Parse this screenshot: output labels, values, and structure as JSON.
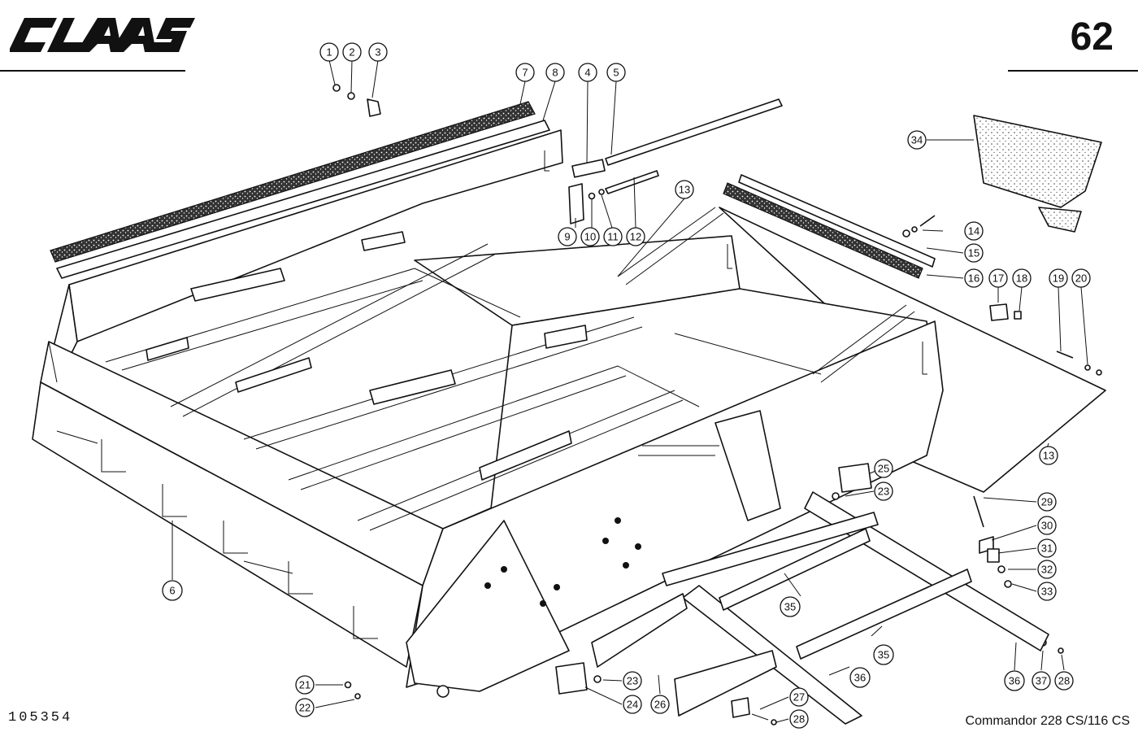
{
  "header": {
    "brand": "CLAAS",
    "page_number": "62"
  },
  "footer": {
    "drawing_ref": "105354",
    "model": "Commandor  228 CS/116 CS"
  },
  "callouts": [
    {
      "id": "c1",
      "label": "1"
    },
    {
      "id": "c2",
      "label": "2"
    },
    {
      "id": "c3",
      "label": "3"
    },
    {
      "id": "c4",
      "label": "4"
    },
    {
      "id": "c5",
      "label": "5"
    },
    {
      "id": "c6",
      "label": "6"
    },
    {
      "id": "c7",
      "label": "7"
    },
    {
      "id": "c8",
      "label": "8"
    },
    {
      "id": "c9",
      "label": "9"
    },
    {
      "id": "c10",
      "label": "10"
    },
    {
      "id": "c11",
      "label": "11"
    },
    {
      "id": "c12",
      "label": "12"
    },
    {
      "id": "c13a",
      "label": "13"
    },
    {
      "id": "c13b",
      "label": "13"
    },
    {
      "id": "c14",
      "label": "14"
    },
    {
      "id": "c15",
      "label": "15"
    },
    {
      "id": "c16",
      "label": "16"
    },
    {
      "id": "c17",
      "label": "17"
    },
    {
      "id": "c18",
      "label": "18"
    },
    {
      "id": "c19",
      "label": "19"
    },
    {
      "id": "c20",
      "label": "20"
    },
    {
      "id": "c21",
      "label": "21"
    },
    {
      "id": "c22",
      "label": "22"
    },
    {
      "id": "c23a",
      "label": "23"
    },
    {
      "id": "c23b",
      "label": "23"
    },
    {
      "id": "c24",
      "label": "24"
    },
    {
      "id": "c25",
      "label": "25"
    },
    {
      "id": "c26",
      "label": "26"
    },
    {
      "id": "c27",
      "label": "27"
    },
    {
      "id": "c28a",
      "label": "28"
    },
    {
      "id": "c28b",
      "label": "28"
    },
    {
      "id": "c29",
      "label": "29"
    },
    {
      "id": "c30",
      "label": "30"
    },
    {
      "id": "c31",
      "label": "31"
    },
    {
      "id": "c32",
      "label": "32"
    },
    {
      "id": "c33",
      "label": "33"
    },
    {
      "id": "c34",
      "label": "34"
    },
    {
      "id": "c35a",
      "label": "35"
    },
    {
      "id": "c35b",
      "label": "35"
    },
    {
      "id": "c36a",
      "label": "36"
    },
    {
      "id": "c36b",
      "label": "36"
    },
    {
      "id": "c37",
      "label": "37"
    }
  ]
}
